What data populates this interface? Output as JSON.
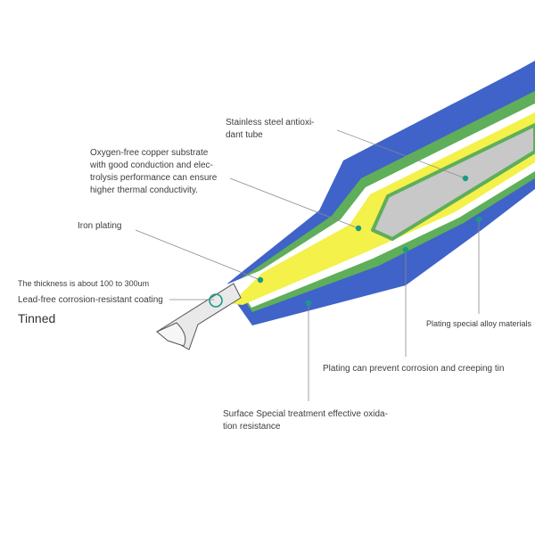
{
  "labels": {
    "stainless": "Stainless steel antioxi-\ndant tube",
    "copper": "Oxygen-free copper substrate\nwith good conduction and elec-\ntrolysis performance can ensure\nhigher thermal conductivity.",
    "iron": "Iron plating",
    "thickness": "The thickness is about 100 to 300um",
    "leadfree": "Lead-free corrosion-resistant coating",
    "tinned": "Tinned",
    "alloy": "Plating special alloy materials",
    "plating": "Plating can prevent corrosion and creeping tin",
    "surface": "Surface Special treatment effective oxida-\ntion resistance"
  },
  "colors": {
    "blue": "#3f63c8",
    "green": "#5fae5a",
    "yellow": "#f3f14a",
    "grey": "#c8c8c8",
    "tip": "#e9e9e9",
    "dot": "#1a9a86",
    "leader": "#8a8a8a"
  }
}
